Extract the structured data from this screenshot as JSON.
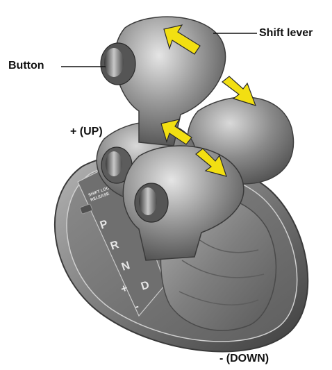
{
  "labels": {
    "shift_lever": "Shift lever",
    "button": "Button",
    "up": "+ (UP)",
    "down": "- (DOWN)",
    "shiftlock_line1": "SHIFT LOCK",
    "shiftlock_line2": "RELEASE"
  },
  "gate": {
    "p": "P",
    "r": "R",
    "n": "N",
    "d": "D",
    "plus": "+",
    "minus": "-"
  },
  "colors": {
    "arrow": "#f2df12",
    "body": "#8a8a8a",
    "knob_dark": "#5a5a5a",
    "knob_light": "#d9d9d9"
  }
}
